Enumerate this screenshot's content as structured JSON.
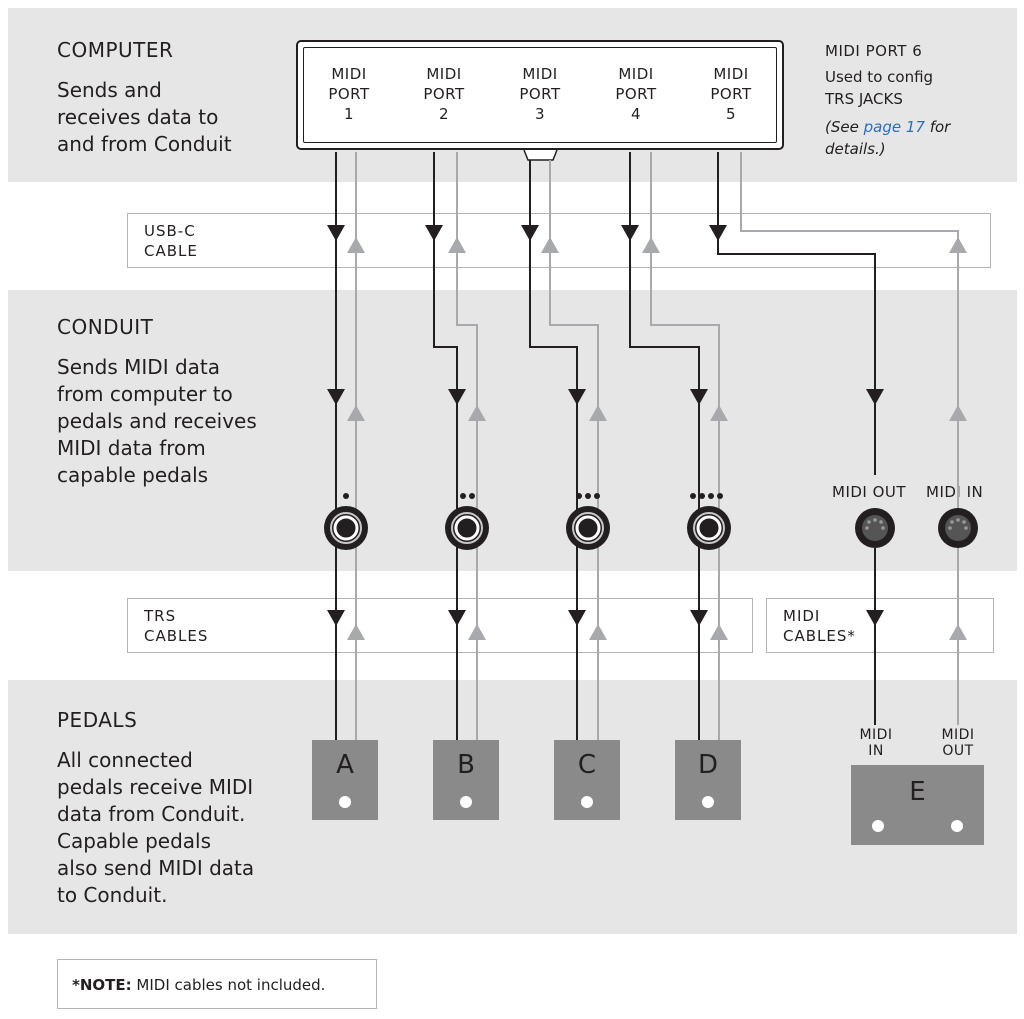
{
  "computer": {
    "title": "COMPUTER",
    "description_lines": [
      "Sends and",
      "receives data to",
      "and from Conduit"
    ],
    "ports": [
      {
        "label": "MIDI\nPORT\n1"
      },
      {
        "label": "MIDI\nPORT\n2"
      },
      {
        "label": "MIDI\nPORT\n3"
      },
      {
        "label": "MIDI\nPORT\n4"
      },
      {
        "label": "MIDI\nPORT\n5"
      }
    ],
    "port6_title": "MIDI PORT 6",
    "port6_desc": "Used to config\nTRS JACKS",
    "port6_note_pre": "(See ",
    "port6_note_link": "page 17",
    "port6_note_mid": " for",
    "port6_note_post": "details.)"
  },
  "usb_cable": {
    "line1": "USB-C",
    "line2": "CABLE"
  },
  "conduit": {
    "title": "CONDUIT",
    "description_lines": [
      "Sends MIDI data",
      "from computer to",
      "pedals and receives",
      "MIDI data from",
      "capable pedals"
    ],
    "midi_out_label": "MIDI OUT",
    "midi_in_label": "MIDI IN"
  },
  "trs_cables": {
    "line1": "TRS",
    "line2": "CABLES"
  },
  "midi_cables": {
    "line1": "MIDI",
    "line2": "CABLES*"
  },
  "pedals": {
    "title": "PEDALS",
    "description_lines": [
      "All connected",
      "pedals receive MIDI",
      "data from Conduit.",
      "Capable pedals",
      "also send MIDI data",
      "to Conduit."
    ],
    "items": [
      {
        "letter": "A"
      },
      {
        "letter": "B"
      },
      {
        "letter": "C"
      },
      {
        "letter": "D"
      },
      {
        "letter": "E"
      }
    ],
    "pedal_e_midi_in": "MIDI\nIN",
    "pedal_e_midi_out": "MIDI\nOUT"
  },
  "note": {
    "bold": "*NOTE:",
    "text": " MIDI cables not included."
  },
  "colors": {
    "band": "#e6e6e7",
    "dark_line": "#231f20",
    "light_line": "#a7a9ac",
    "pedal": "#8a8a8a",
    "link": "#2a6ebb"
  }
}
